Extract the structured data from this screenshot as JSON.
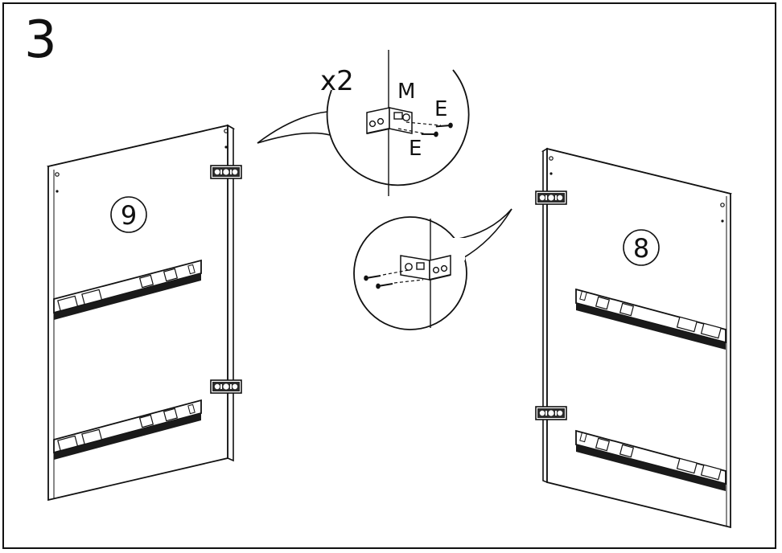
{
  "step": {
    "number": "3"
  },
  "detail_top": {
    "quantity": "x2",
    "part_bracket": "M",
    "part_screw_a": "E",
    "part_screw_b": "E"
  },
  "panels": {
    "left": {
      "number": "9"
    },
    "right": {
      "number": "8"
    }
  },
  "colors": {
    "line": "#111111",
    "panel_fill": "#ffffff",
    "panel_edge": "#d8d8d8",
    "rail": "#1a1a1a"
  }
}
